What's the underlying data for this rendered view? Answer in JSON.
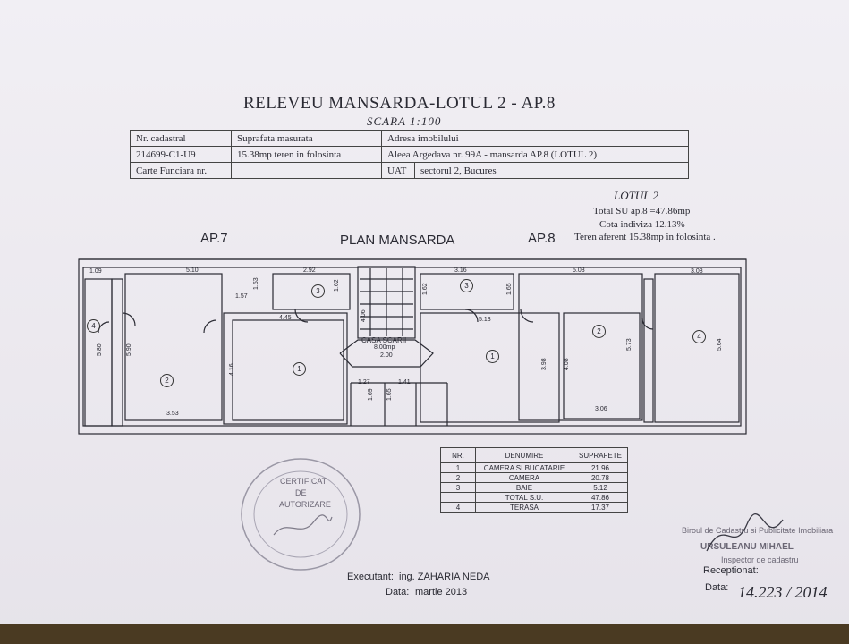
{
  "header": {
    "title": "RELEVEU MANSARDA-LOTUL 2 - AP.8",
    "scale": "SCARA 1:100"
  },
  "info_table": {
    "headers": [
      "Nr. cadastral",
      "Suprafata masurata",
      "Adresa imobilului"
    ],
    "row1": [
      "214699-C1-U9",
      "15.38mp teren in folosinta",
      "Aleea  Argedava nr. 99A - mansarda AP.8 (LOTUL 2)"
    ],
    "row2_label": "Carte Funciara nr.",
    "uat_label": "UAT",
    "uat_value": "sectorul 2, Bucures"
  },
  "lot_info": {
    "title": "LOTUL 2",
    "total_su": "Total SU ap.8 =47.86mp",
    "cota": "Cota indiviza 12.13%",
    "teren": "Teren aferent 15.38mp in folosinta ."
  },
  "plan": {
    "label_ap7": "AP.7",
    "label_plan": "PLAN MANSARDA",
    "label_ap8": "AP.8",
    "stair_title": "CASA SCARII",
    "stair_area": "8.00mp",
    "stair_width": "2.00",
    "dims_h": [
      "1.09",
      "5.10",
      "2.92",
      "3.16",
      "5.03",
      "3.08",
      "1.57",
      "4.45",
      "5.13",
      "1.27",
      "1.41",
      "3.53",
      "3.06"
    ],
    "dims_v": [
      "5.80",
      "5.90",
      "4.16",
      "1.53",
      "1.62",
      "4.06",
      "1.62",
      "1.65",
      "3.98",
      "4.08",
      "5.73",
      "5.64",
      "1.69",
      "1.65"
    ],
    "room_numbers": [
      "4",
      "2",
      "1",
      "3",
      "1",
      "3",
      "2",
      "4"
    ]
  },
  "rooms_table": {
    "headers": [
      "NR.",
      "DENUMIRE",
      "SUPRAFETE"
    ],
    "rows": [
      [
        "1",
        "CAMERA SI BUCATARIE",
        "21.96"
      ],
      [
        "2",
        "CAMERA",
        "20.78"
      ],
      [
        "3",
        "BAIE",
        "5.12"
      ],
      [
        "",
        "TOTAL S.U.",
        "47.86"
      ],
      [
        "4",
        "TERASA",
        "17.37"
      ]
    ]
  },
  "footer": {
    "executant_label": "Executant:",
    "executant_value": "ing. ZAHARIA NEDA",
    "data_label": "Data:",
    "data_value": "martie 2013",
    "office_line1": "Biroul de Cadastru si Publicitate Imobiliara",
    "office_name": "URSULEANU MIHAEL",
    "office_role": "Inspector de cadastru",
    "receptionat_label": "Receptionat:",
    "data2_label": "Data:",
    "data2_value": "14.223 / 2014"
  },
  "stamp": {
    "text_lines": [
      "CERTIFICAT",
      "DE",
      "AUTORIZARE"
    ]
  },
  "colors": {
    "ink": "#2a2a33",
    "paper": "#eceaf0",
    "stamp": "#8a8696"
  }
}
